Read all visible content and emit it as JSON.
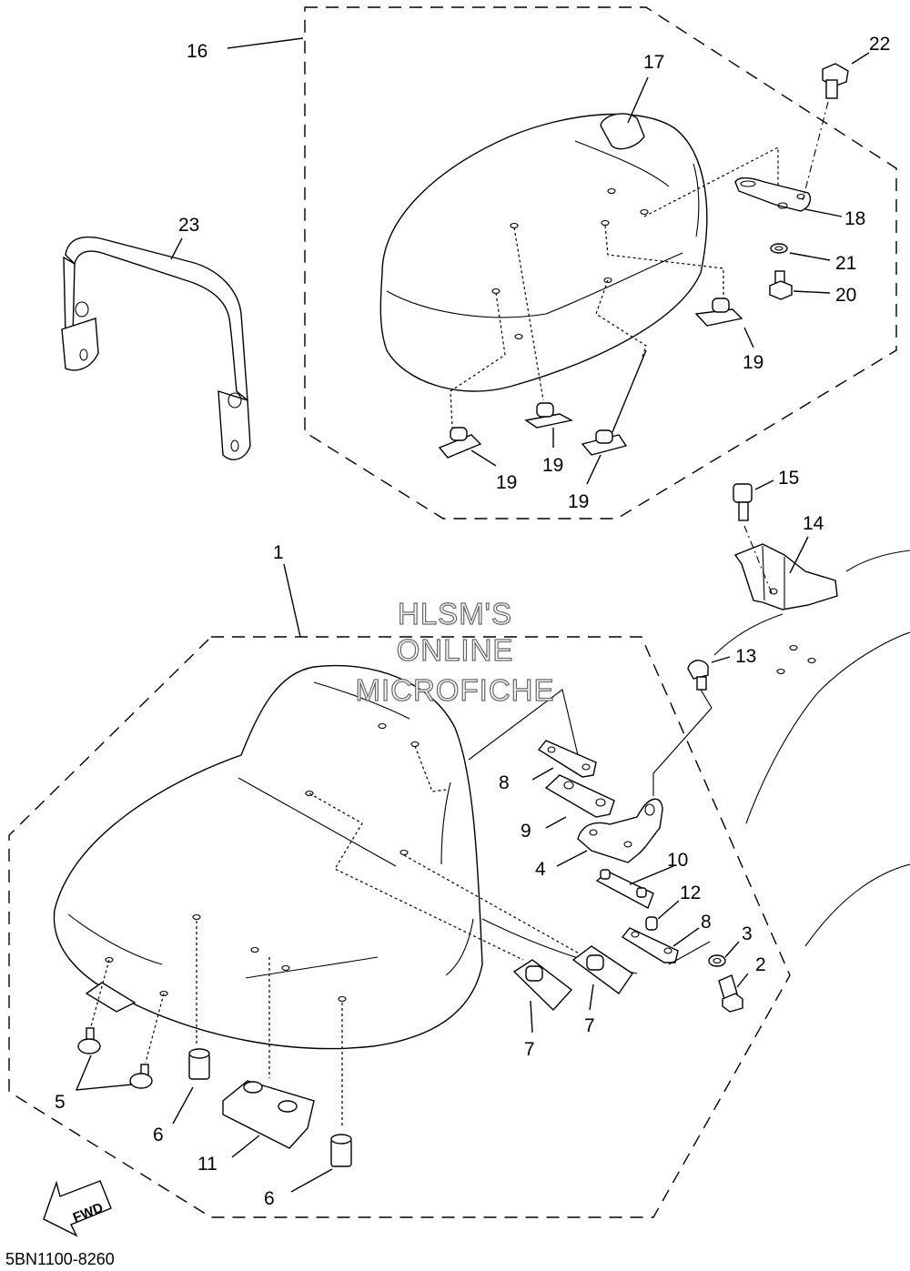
{
  "callouts": [
    "1",
    "2",
    "3",
    "4",
    "5",
    "6",
    "6",
    "7",
    "7",
    "8",
    "8",
    "9",
    "10",
    "11",
    "12",
    "13",
    "14",
    "15",
    "16",
    "17",
    "18",
    "19",
    "19",
    "19",
    "19",
    "20",
    "21",
    "22",
    "23"
  ],
  "watermark": {
    "line1": "HLSM'S",
    "line2": "ONLINE",
    "line3": "MICROFICHE"
  },
  "fwd_label": "FWD",
  "diagram_code": "5BN1100-8260"
}
